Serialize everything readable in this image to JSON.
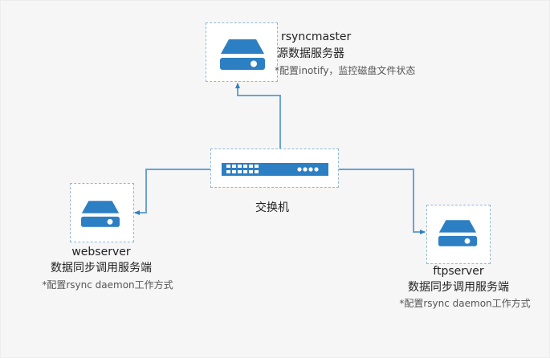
{
  "diagram": {
    "title": "rsync data sync topology",
    "colors": {
      "accent": "#2d7fc4",
      "line": "#5d9ad1",
      "box_border": "#8fb8dd",
      "background": "#f6f6f6"
    },
    "nodes": {
      "master": {
        "icon": "server-icon",
        "name": "rsyncmaster",
        "role": "源数据服务器",
        "note": "*配置inotify，监控磁盘文件状态"
      },
      "switch": {
        "icon": "network-switch-icon",
        "label": "交换机"
      },
      "web": {
        "icon": "server-icon",
        "name": "webserver",
        "role": "数据同步调用服务端",
        "note": "*配置rsync daemon工作方式"
      },
      "ftp": {
        "icon": "server-icon",
        "name": "ftpserver",
        "role": "数据同步调用服务端",
        "note": "*配置rsync daemon工作方式"
      }
    },
    "edges": [
      {
        "from": "switch",
        "to": "master",
        "arrow": "end"
      },
      {
        "from": "switch",
        "to": "web",
        "arrow": "end"
      },
      {
        "from": "switch",
        "to": "ftp",
        "arrow": "end"
      }
    ]
  }
}
